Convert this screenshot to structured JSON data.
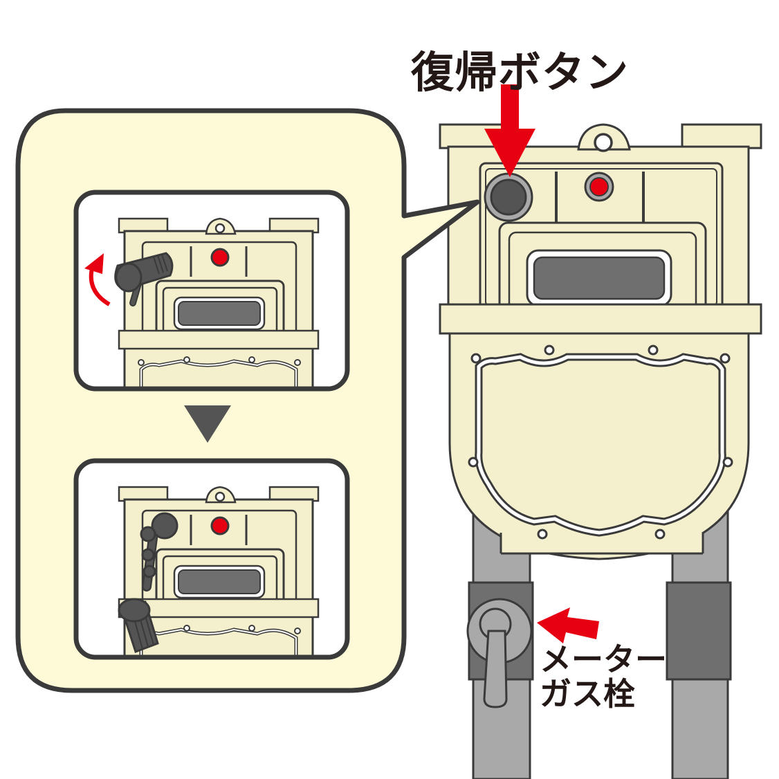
{
  "labels": {
    "reset_button": "復帰ボタン",
    "valve_line1": "メーター",
    "valve_line2": "ガス栓"
  },
  "colors": {
    "meter_body": "#f4f0cd",
    "callout_bg": "#fefad8",
    "outline": "#3a3a3a",
    "dark_gray": "#545454",
    "mid_gray": "#6f6f6f",
    "pipe_gray": "#a9a9a9",
    "accent_red": "#e60012",
    "text": "#231815"
  },
  "icons": {
    "reset_arrow": "arrow-down-icon",
    "valve_arrow": "arrow-left-icon",
    "rotate": "rotate-counterclockwise-icon",
    "step": "triangle-down-icon"
  }
}
